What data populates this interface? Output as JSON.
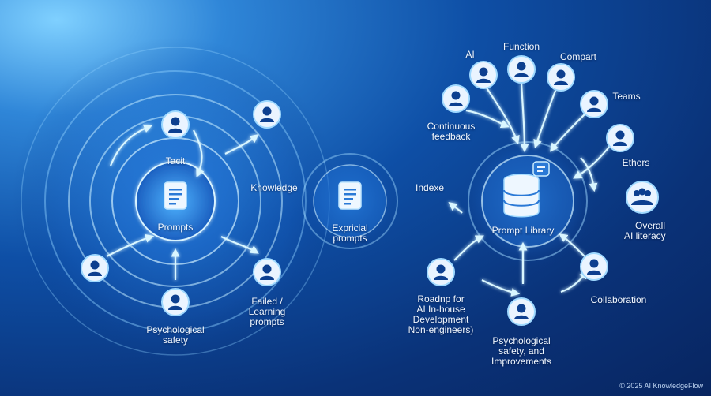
{
  "left_cycle": {
    "center_label": "Prompts",
    "top_label": "Tacit",
    "bottom_label_line1": "Psychological",
    "bottom_label_line2": "safety",
    "right_label_line1": "Failed /",
    "right_label_line2": "Learning",
    "right_label_line3": "prompts"
  },
  "flow": {
    "knowledge_label": "Knowledge",
    "explicit_line1": "Expricial",
    "explicit_line2": "prompts",
    "index_label": "Indexe"
  },
  "library": {
    "center_label": "Prompt Library",
    "sources": {
      "ai": "AI",
      "function": "Function",
      "compart": "Compart",
      "teams": "Teams",
      "ethers": "Ethers",
      "continuous_line1": "Continuous",
      "continuous_line2": "feedback",
      "overall_line1": "Overall",
      "overall_line2": "AI literacy",
      "collaboration": "Collaboration",
      "safety_line1": "Psychological",
      "safety_line2": "safety, and",
      "safety_line3": "Improvements",
      "roadmap_line1": "Roadnp for",
      "roadmap_line2": "AI In-house",
      "roadmap_line3": "Development",
      "roadmap_line4": "Non-engineers)"
    }
  },
  "footer": "© 2025 AI KnowledgeFlow",
  "colors": {
    "accent": "#7fd8ff",
    "node_fill": "#eaf4ff",
    "person": "#0d3f8f"
  }
}
